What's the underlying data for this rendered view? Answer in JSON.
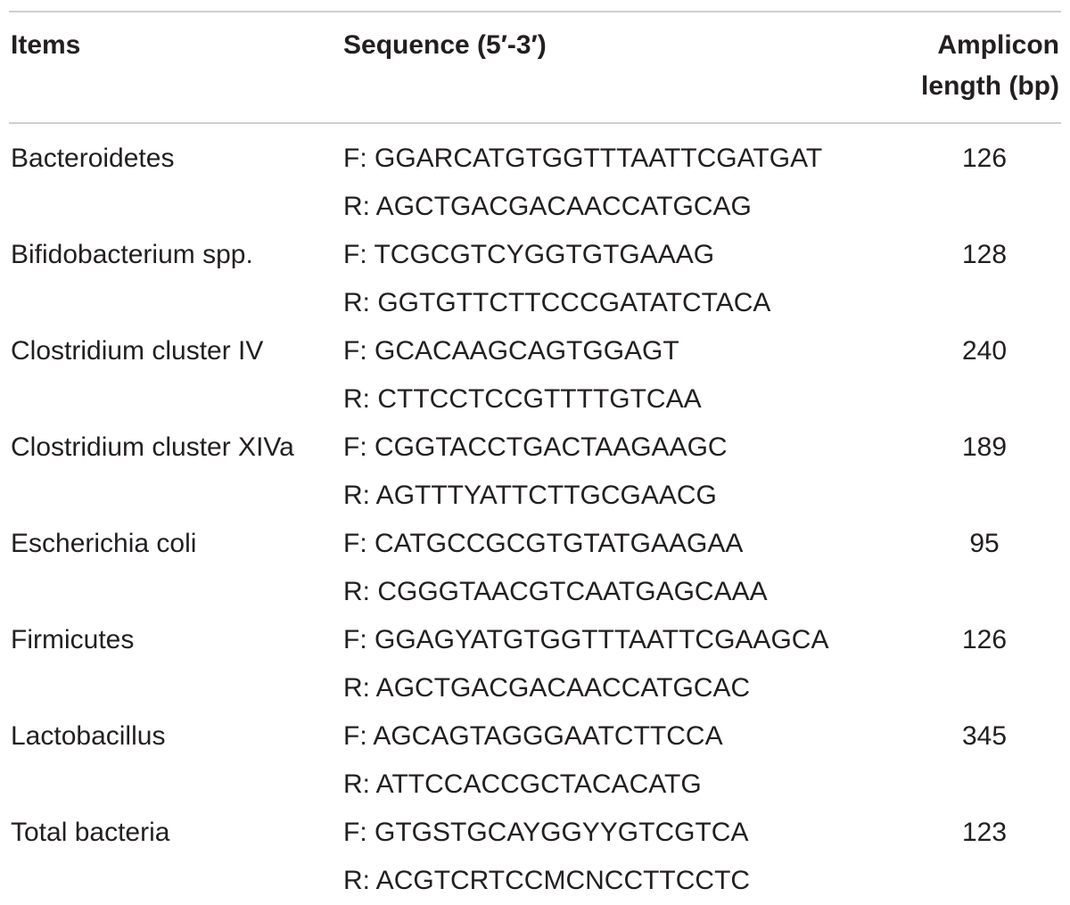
{
  "table": {
    "headers": {
      "items": "Items",
      "sequence": "Sequence (5′-3′)",
      "length_line1": "Amplicon",
      "length_line2": "length (bp)"
    },
    "rows": [
      {
        "item": "Bacteroidetes",
        "forward": "F: GGARCATGTGGTTTAATTCGATGAT",
        "reverse": "R: AGCTGACGACAACCATGCAG",
        "length": "126"
      },
      {
        "item": "Bifidobacterium spp.",
        "forward": "F: TCGCGTCYGGTGTGAAAG",
        "reverse": "R: GGTGTTCTTCCCGATATCTACA",
        "length": "128"
      },
      {
        "item": "Clostridium cluster IV",
        "forward": "F: GCACAAGCAGTGGAGT",
        "reverse": "R: CTTCCTCCGTTTTGTCAA",
        "length": "240"
      },
      {
        "item": "Clostridium cluster XIVa",
        "forward": "F: CGGTACCTGACTAAGAAGC",
        "reverse": "R: AGTTTYATTCTTGCGAACG",
        "length": "189"
      },
      {
        "item": "Escherichia coli",
        "forward": "F: CATGCCGCGTGTATGAAGAA",
        "reverse": "R: CGGGTAACGTCAATGAGCAAA",
        "length": "95"
      },
      {
        "item": "Firmicutes",
        "forward": "F: GGAGYATGTGGTTTAATTCGAAGCA",
        "reverse": "R: AGCTGACGACAACCATGCAC",
        "length": "126"
      },
      {
        "item": "Lactobacillus",
        "forward": "F: AGCAGTAGGGAATCTTCCA",
        "reverse": "R: ATTCCACCGCTACACATG",
        "length": "345"
      },
      {
        "item": "Total bacteria",
        "forward": "F: GTGSTGCAYGGYYGTCGTCA",
        "reverse": "R: ACGTCRTCCMCNCCTTCCTC",
        "length": "123"
      }
    ]
  }
}
